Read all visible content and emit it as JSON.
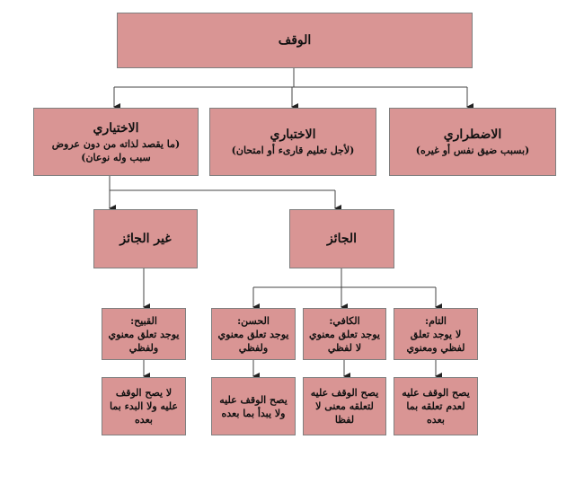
{
  "root": {
    "title": "الوقف"
  },
  "types": [
    {
      "title": "الاضطراري",
      "desc": "(بسبب ضيق نفس أو غيره)"
    },
    {
      "title": "الاختباري",
      "desc": "(لأجل تعليم قارىء أو امتحان)"
    },
    {
      "title": "الاختياري",
      "desc": "(ما يقصد لذاته من دون عروض سبب وله نوعان)"
    }
  ],
  "kinds": {
    "permitted": "الجائز",
    "not_permitted": "غير الجائز"
  },
  "subtypes": [
    {
      "name": "التام:",
      "desc": "لا يوجد تعلق لفظي ومعنوي",
      "rule": "يصح الوقف عليه لعدم تعلقه بما بعده"
    },
    {
      "name": "الكافي:",
      "desc": "يوجد تعلق معنوي لا لفظي",
      "rule": "يصح الوقف عليه لتعلقه معنى لا لفظا"
    },
    {
      "name": "الحسن:",
      "desc": "يوجد تعلق معنوي ولفظي",
      "rule": "يصح الوقف عليه ولا يبدأ بما بعده"
    },
    {
      "name": "القبيح:",
      "desc": "يوجد تعلق معنوي ولفظي",
      "rule": "لا يصح الوقف عليه ولا البدء بما بعده"
    }
  ],
  "colors": {
    "fill": "#d99594",
    "border": "#7f7f7f",
    "line": "#333333"
  }
}
